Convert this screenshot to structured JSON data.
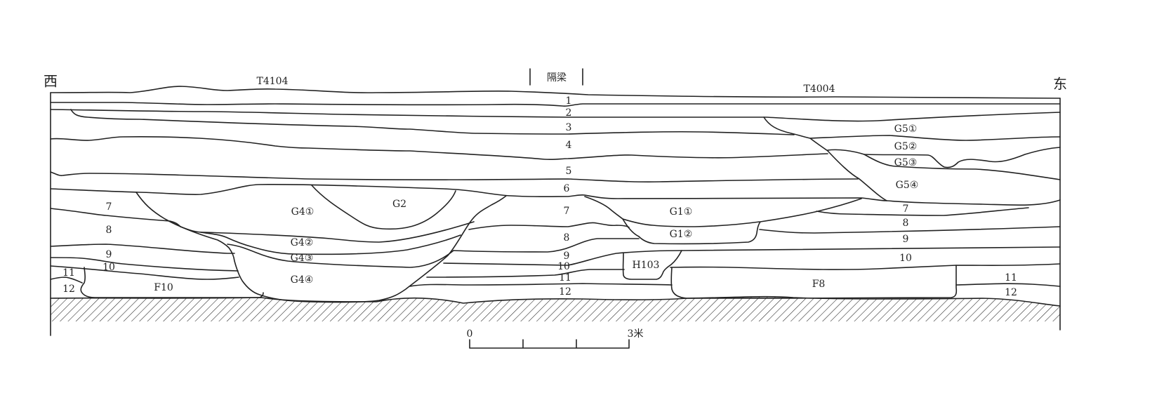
{
  "header": {
    "west": "西",
    "east": "东",
    "trench_west": "T4104",
    "balk": "隔梁",
    "trench_east": "T4004"
  },
  "layers_center": [
    "1",
    "2",
    "3",
    "4",
    "5",
    "6",
    "7",
    "8",
    "9",
    "10",
    "11",
    "12"
  ],
  "layers_west": {
    "l7": "7",
    "l8": "8",
    "l9": "9",
    "l10": "10",
    "l11": "11",
    "l12": "12"
  },
  "layers_east": {
    "l7": "7",
    "l8": "8",
    "l9": "9",
    "l10": "10",
    "l11": "11",
    "l12": "12"
  },
  "features": {
    "g4_1": "G4①",
    "g4_2": "G4②",
    "g4_3": "G4③",
    "g4_4": "G4④",
    "g2": "G2",
    "g1_1": "G1①",
    "g1_2": "G1②",
    "h103": "H103",
    "f10": "F10",
    "f8": "F8",
    "g5_1": "G5①",
    "g5_2": "G5②",
    "g5_3": "G5③",
    "g5_4": "G5④"
  },
  "scale_bar": {
    "start": "0",
    "end": "3米"
  }
}
